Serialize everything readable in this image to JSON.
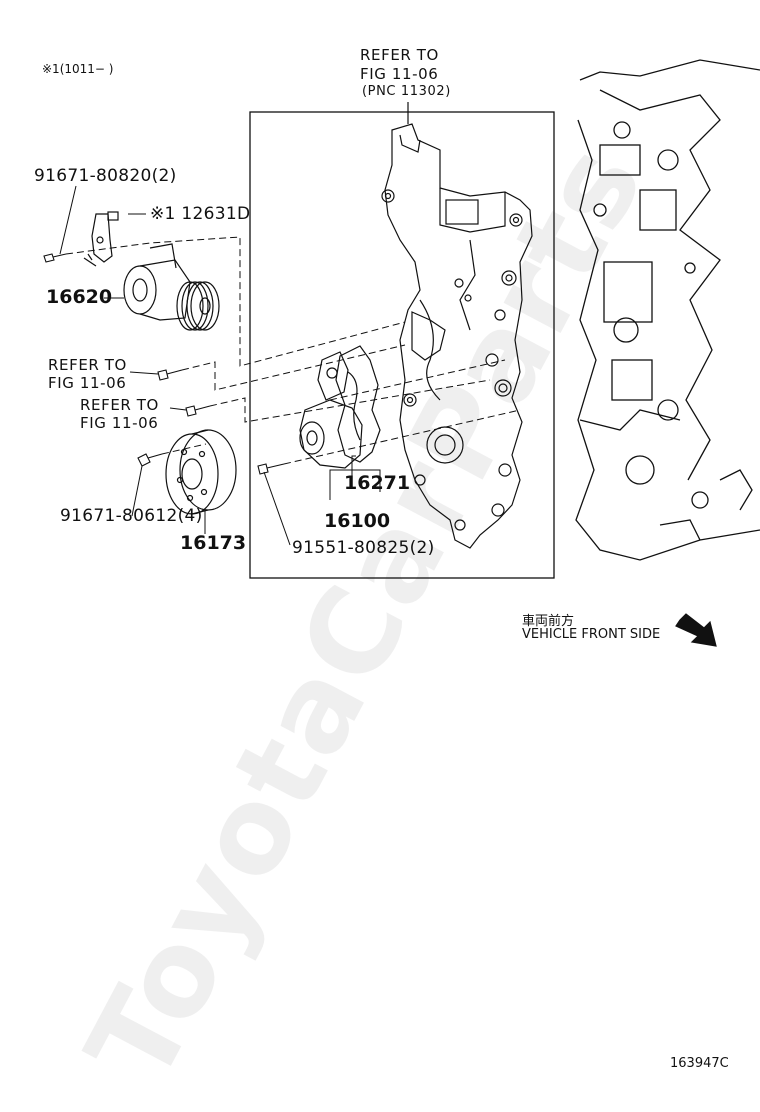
{
  "note_range": "※1(1011−    )",
  "refer_top": {
    "line1": "REFER TO",
    "line2": "FIG 11-06",
    "line3": "(PNC 11302)"
  },
  "refer_left_1": {
    "line1": "REFER TO",
    "line2": "FIG 11-06"
  },
  "refer_left_2": {
    "line1": "REFER TO",
    "line2": "FIG 11-06"
  },
  "parts": {
    "bolt_tensioner": "91671-80820(2)",
    "bracket": "※1 12631D",
    "tensioner": "16620",
    "bolt_pulley": "91671-80612(4)",
    "pulley": "16173",
    "gasket": "16271",
    "water_pump": "16100",
    "bolt_pump": "91551-80825(2)"
  },
  "direction": {
    "jp": "車両前方",
    "en": "VEHICLE FRONT SIDE"
  },
  "figure_id": "163947C",
  "watermark": "ToyotaCarParts"
}
